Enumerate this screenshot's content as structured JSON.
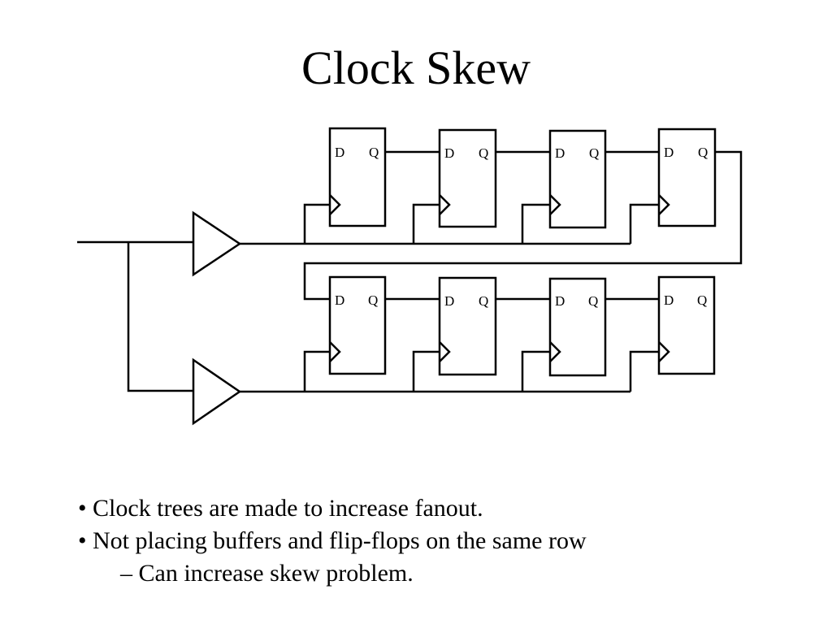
{
  "slide": {
    "title": "Clock Skew"
  },
  "diagram": {
    "flip_flop_pin_d": "D",
    "flip_flop_pin_q": "Q",
    "rows": 2,
    "flip_flops_per_row": 4,
    "buffers": 2
  },
  "bullets": [
    {
      "text": "• Clock trees are made to increase fanout.",
      "level": 1
    },
    {
      "text": "• Not placing buffers and flip-flops on the same row",
      "level": 1
    },
    {
      "text": "– Can increase skew problem.",
      "level": 2
    }
  ]
}
